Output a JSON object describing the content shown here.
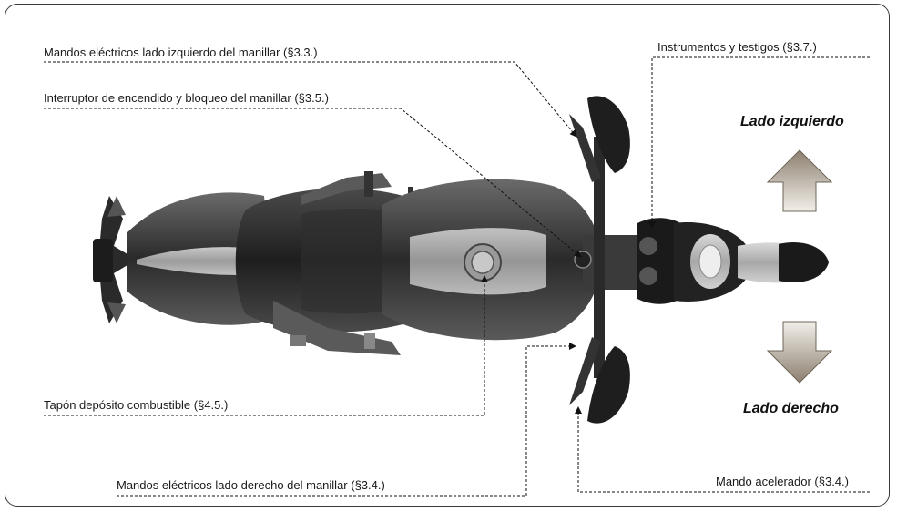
{
  "labels": {
    "left_controls": "Mandos eléctricos lado izquierdo del manillar (§3.3.)",
    "ignition": "Interruptor de encendido y bloqueo del manillar (§3.5.)",
    "fuel_cap": "Tapón depósito combustible (§4.5.)",
    "right_controls": "Mandos eléctricos lado derecho del manillar (§3.4.)",
    "instruments": "Instrumentos y testigos (§3.7.)",
    "throttle": "Mando acelerador (§3.4.)"
  },
  "sides": {
    "left": "Lado izquierdo",
    "right": "Lado derecho"
  }
}
